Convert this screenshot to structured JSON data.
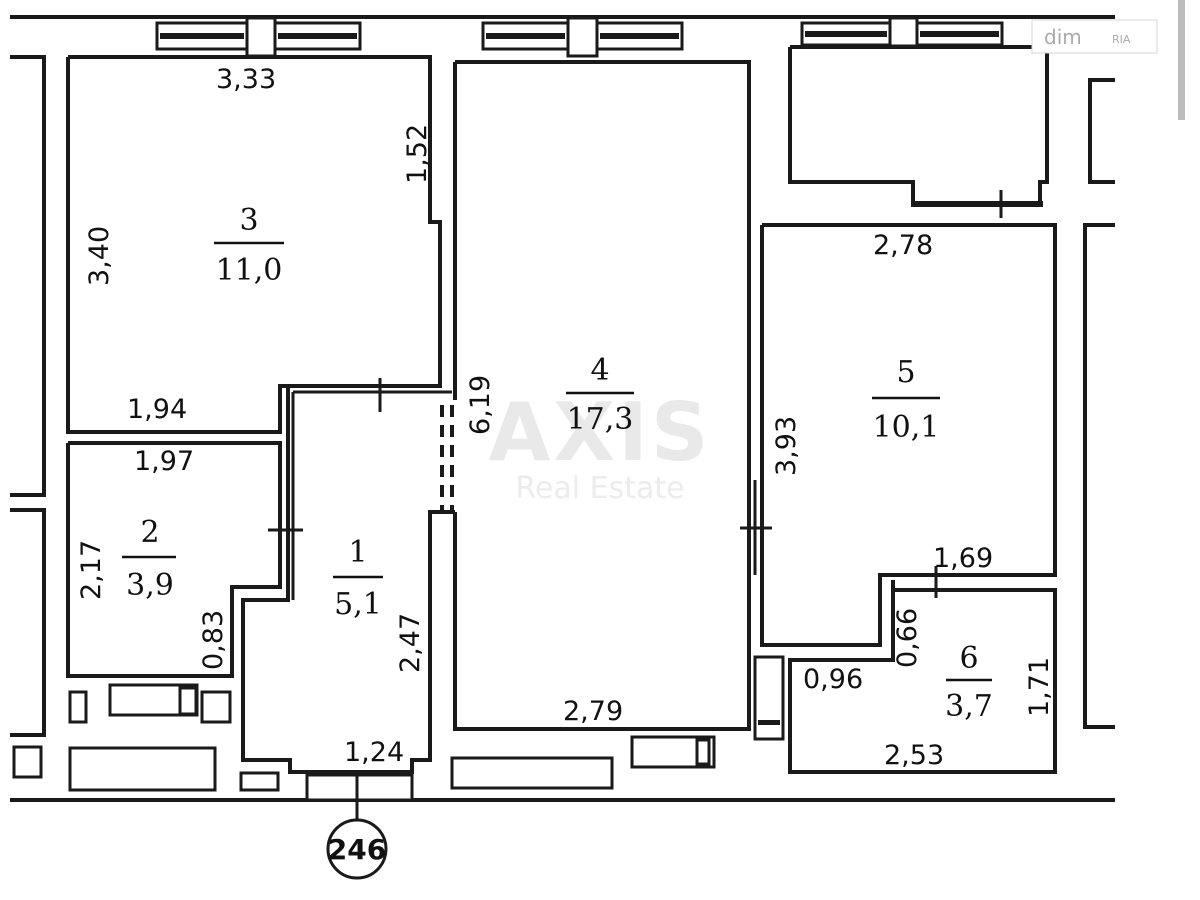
{
  "watermark": {
    "brand": "AXIS",
    "sub": "Real Estate"
  },
  "corner_logo": {
    "main": "dim",
    "sub": "RIA"
  },
  "rooms": [
    {
      "id": "1",
      "number": "1",
      "area": "5,1"
    },
    {
      "id": "2",
      "number": "2",
      "area": "3,9"
    },
    {
      "id": "3",
      "number": "3",
      "area": "11,0"
    },
    {
      "id": "4",
      "number": "4",
      "area": "17,3"
    },
    {
      "id": "5",
      "number": "5",
      "area": "10,1"
    },
    {
      "id": "6",
      "number": "6",
      "area": "3,7"
    }
  ],
  "dimensions": {
    "room3_top": "3,33",
    "room3_right": "1,52",
    "room3_left": "3,40",
    "room3_bottom": "1,94",
    "room2_top": "1,97",
    "room2_left": "2,17",
    "room2_right": "0,83",
    "room1_right": "2,47",
    "room1_bottom": "1,24",
    "room4_left": "6,19",
    "room4_bottom": "2,79",
    "room5_top": "2,78",
    "room5_left": "3,93",
    "room5_bottom": "1,69",
    "room6_notch_v": "0,66",
    "room6_notch_h": "0,96",
    "room6_right": "1,71",
    "room6_bottom": "2,53"
  },
  "marker": {
    "label": "246"
  }
}
